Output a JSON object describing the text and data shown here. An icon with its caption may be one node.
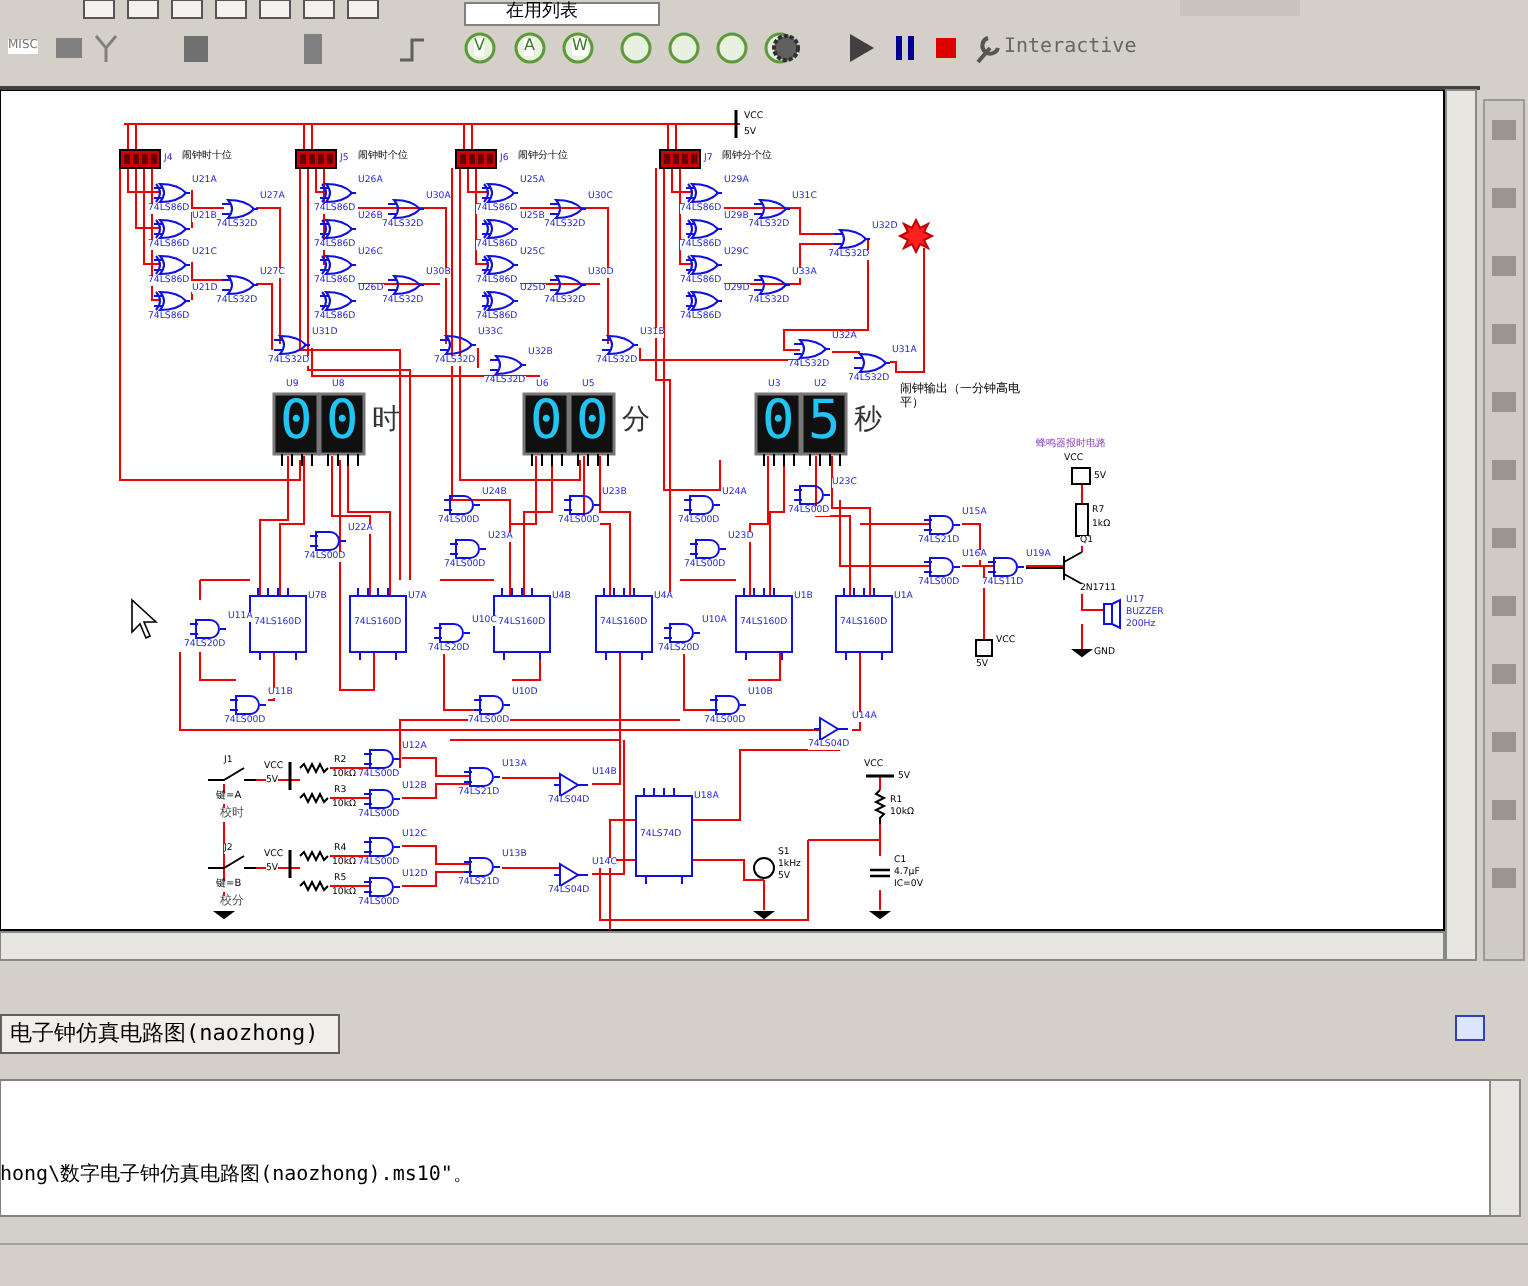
{
  "diagram": {
    "labels": [
      "在用列表",
      "MISC",
      "Interactive",
      "VCC",
      "5V",
      "J4",
      "闹钟时十位",
      "J5",
      "闹钟时个位",
      "J6",
      "闹钟分十位",
      "J7",
      "闹钟分个位",
      "U21A",
      "74LS86D",
      "U21B",
      "74LS86D",
      "U21C",
      "74LS86D",
      "U21D",
      "74LS86D",
      "U27A",
      "74LS32D",
      "U27C",
      "74LS32D",
      "U26A",
      "74LS86D",
      "U26B",
      "74LS86D",
      "U26C",
      "74LS86D",
      "U26D",
      "74LS86D",
      "U30A",
      "74LS32D",
      "U30B",
      "74LS32D",
      "U25A",
      "74LS86D",
      "U25B",
      "74LS86D",
      "U25C",
      "74LS86D",
      "U25D",
      "74LS86D",
      "U30C",
      "74LS32D",
      "U30D",
      "74LS32D",
      "U29A",
      "74LS86D",
      "U29B",
      "74LS86D",
      "U29C",
      "74LS86D",
      "U29D",
      "74LS86D",
      "U31C",
      "74LS32D",
      "U33A",
      "74LS32D",
      "U31D",
      "74LS32D",
      "U33C",
      "74LS32D",
      "U31B",
      "74LS32D",
      "U32D",
      "74LS32D",
      "U32B",
      "74LS32D",
      "U32A",
      "74LS32D",
      "U31A",
      "74LS32D",
      "闹钟输出（一分钟高电平）",
      "U9",
      "U8",
      "0",
      "0",
      "时",
      "U6",
      "U5",
      "0",
      "0",
      "分",
      "U3",
      "U2",
      "0",
      "5",
      "秒",
      "U7B",
      "74LS160D",
      "U7A",
      "74LS160D",
      "U4B",
      "74LS160D",
      "U4A",
      "74LS160D",
      "U1B",
      "74LS160D",
      "U1A",
      "74LS160D",
      "U22A",
      "74LS00D",
      "U24B",
      "74LS00D",
      "U23A",
      "74LS00D",
      "U23B",
      "74LS00D",
      "U24A",
      "74LS00D",
      "U23D",
      "74LS00D",
      "U23C",
      "74LS00D",
      "U11A",
      "74LS20D",
      "U10C",
      "74LS20D",
      "U10A",
      "74LS20D",
      "U11B",
      "74LS00D",
      "U10D",
      "74LS00D",
      "U10B",
      "74LS00D",
      "U14A",
      "74LS04D",
      "U15A",
      "74LS21D",
      "U16A",
      "74LS00D",
      "U19A",
      "74LS11D",
      "U12A",
      "74LS00D",
      "U12B",
      "74LS00D",
      "U12C",
      "74LS00D",
      "U12D",
      "74LS00D",
      "U13A",
      "74LS21D",
      "U13B",
      "74LS21D",
      "U14B",
      "74LS04D",
      "U14C",
      "74LS04D",
      "U18A",
      "74LS74D",
      "J1",
      "键=A",
      "校时",
      "J2",
      "键=B",
      "校分",
      "VCC",
      "5V",
      "VCC",
      "5V",
      "R2",
      "10kΩ",
      "R3",
      "10kΩ",
      "R4",
      "10kΩ",
      "R5",
      "10kΩ",
      "VCC",
      "5V",
      "R1",
      "10kΩ",
      "C1",
      "4.7μF",
      "IC=0V",
      "S1",
      "1kHz",
      "5V",
      "蜂鸣器报时电路",
      "VCC",
      "5V",
      "R7",
      "1kΩ",
      "Q1",
      "2N1711",
      "U17",
      "BUZZER",
      "200Hz",
      "GND",
      "VCC",
      "5V",
      "电子钟仿真电路图(naozhong)",
      "hong\\数字电子钟仿真电路图(naozhong).ms10\"。",
      "V",
      "A",
      "W"
    ]
  }
}
